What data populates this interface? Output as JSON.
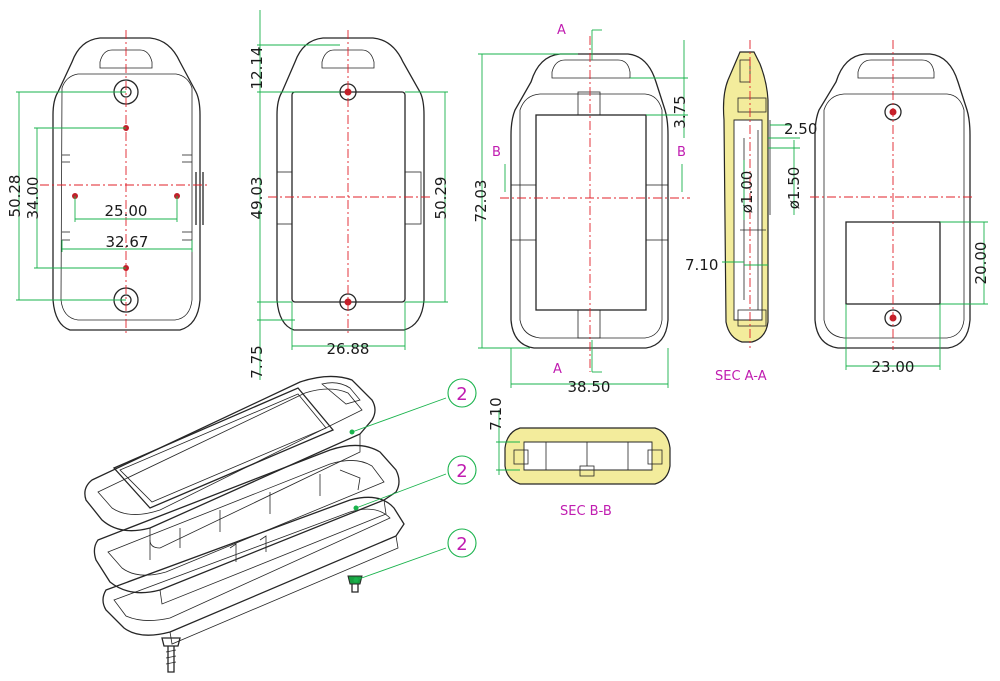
{
  "dimensions": {
    "view1": {
      "height_outer": "50.28",
      "height_inner": "34.00",
      "width_holes": "25.00",
      "width_slots": "32.67"
    },
    "view2": {
      "top": "12.14",
      "height_left": "49.03",
      "height_right": "50.29",
      "width": "26.88",
      "bottom": "7.75"
    },
    "view3": {
      "height": "72.03",
      "top_step": "3.75",
      "width": "38.50"
    },
    "section_aa": {
      "d1": "2.50",
      "dia_left": "ø1.00",
      "dia_right": "ø1.50",
      "d2": "7.10"
    },
    "view5": {
      "height": "20.00",
      "width": "23.00"
    },
    "section_bb": {
      "d1": "7.10"
    }
  },
  "labels": {
    "cut_a": "A",
    "cut_b": "B",
    "sec_aa": "SEC A-A",
    "sec_bb": "SEC B-B"
  },
  "balloons": [
    "2",
    "2",
    "2"
  ],
  "colors": {
    "dimension": "#19b34c",
    "center": "#e0202a",
    "label": "#c01cb0",
    "section_fill": "#f3ec9c"
  }
}
